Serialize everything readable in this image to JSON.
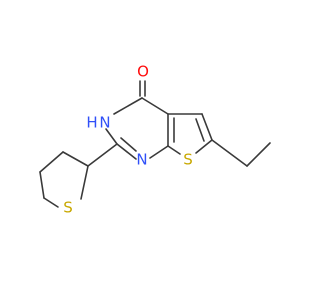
{
  "molecule": {
    "atoms": {
      "oxygen": "O",
      "nh": "H",
      "nh_n": "N",
      "n_ring": "N",
      "s_thiophene": "S",
      "s_thiolane": "S"
    },
    "colors": {
      "bond": "#3a3a3a",
      "oxygen": "#ff0d0d",
      "nitrogen": "#3050f8",
      "sulfur": "#c8a800"
    }
  }
}
